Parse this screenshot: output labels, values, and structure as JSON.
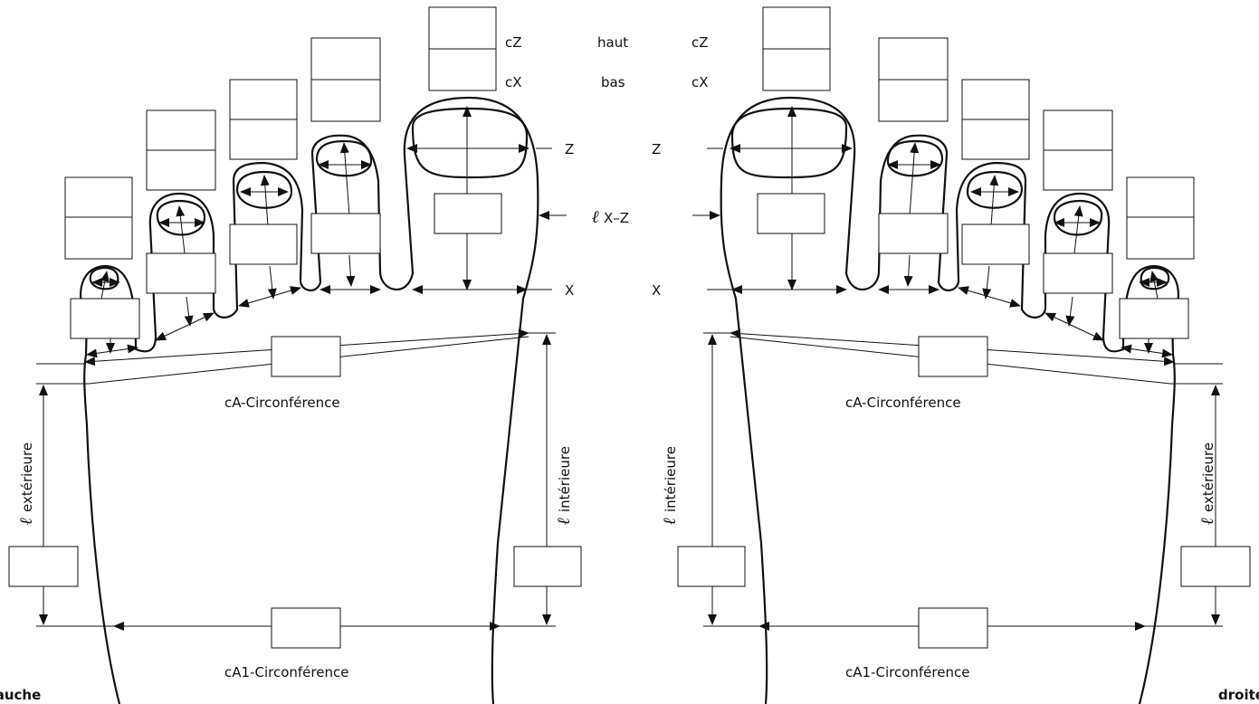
{
  "top_labels": {
    "cz": "cZ",
    "cx": "cX",
    "haut": "haut",
    "bas": "bas"
  },
  "axis_labels": {
    "z": "Z",
    "x": "X",
    "lxz_symbol": "ℓ",
    "lxz": "X–Z"
  },
  "circumferences": {
    "ca": "cA-Circonférence",
    "ca1": "cA1-Circonférence"
  },
  "lengths": {
    "symbol": "ℓ",
    "exterieure": "extérieure",
    "interieure": "intérieure"
  },
  "feet": {
    "left": "gauche",
    "right": "droite"
  },
  "colors": {
    "line": "#111111",
    "background": "#ffffff"
  }
}
